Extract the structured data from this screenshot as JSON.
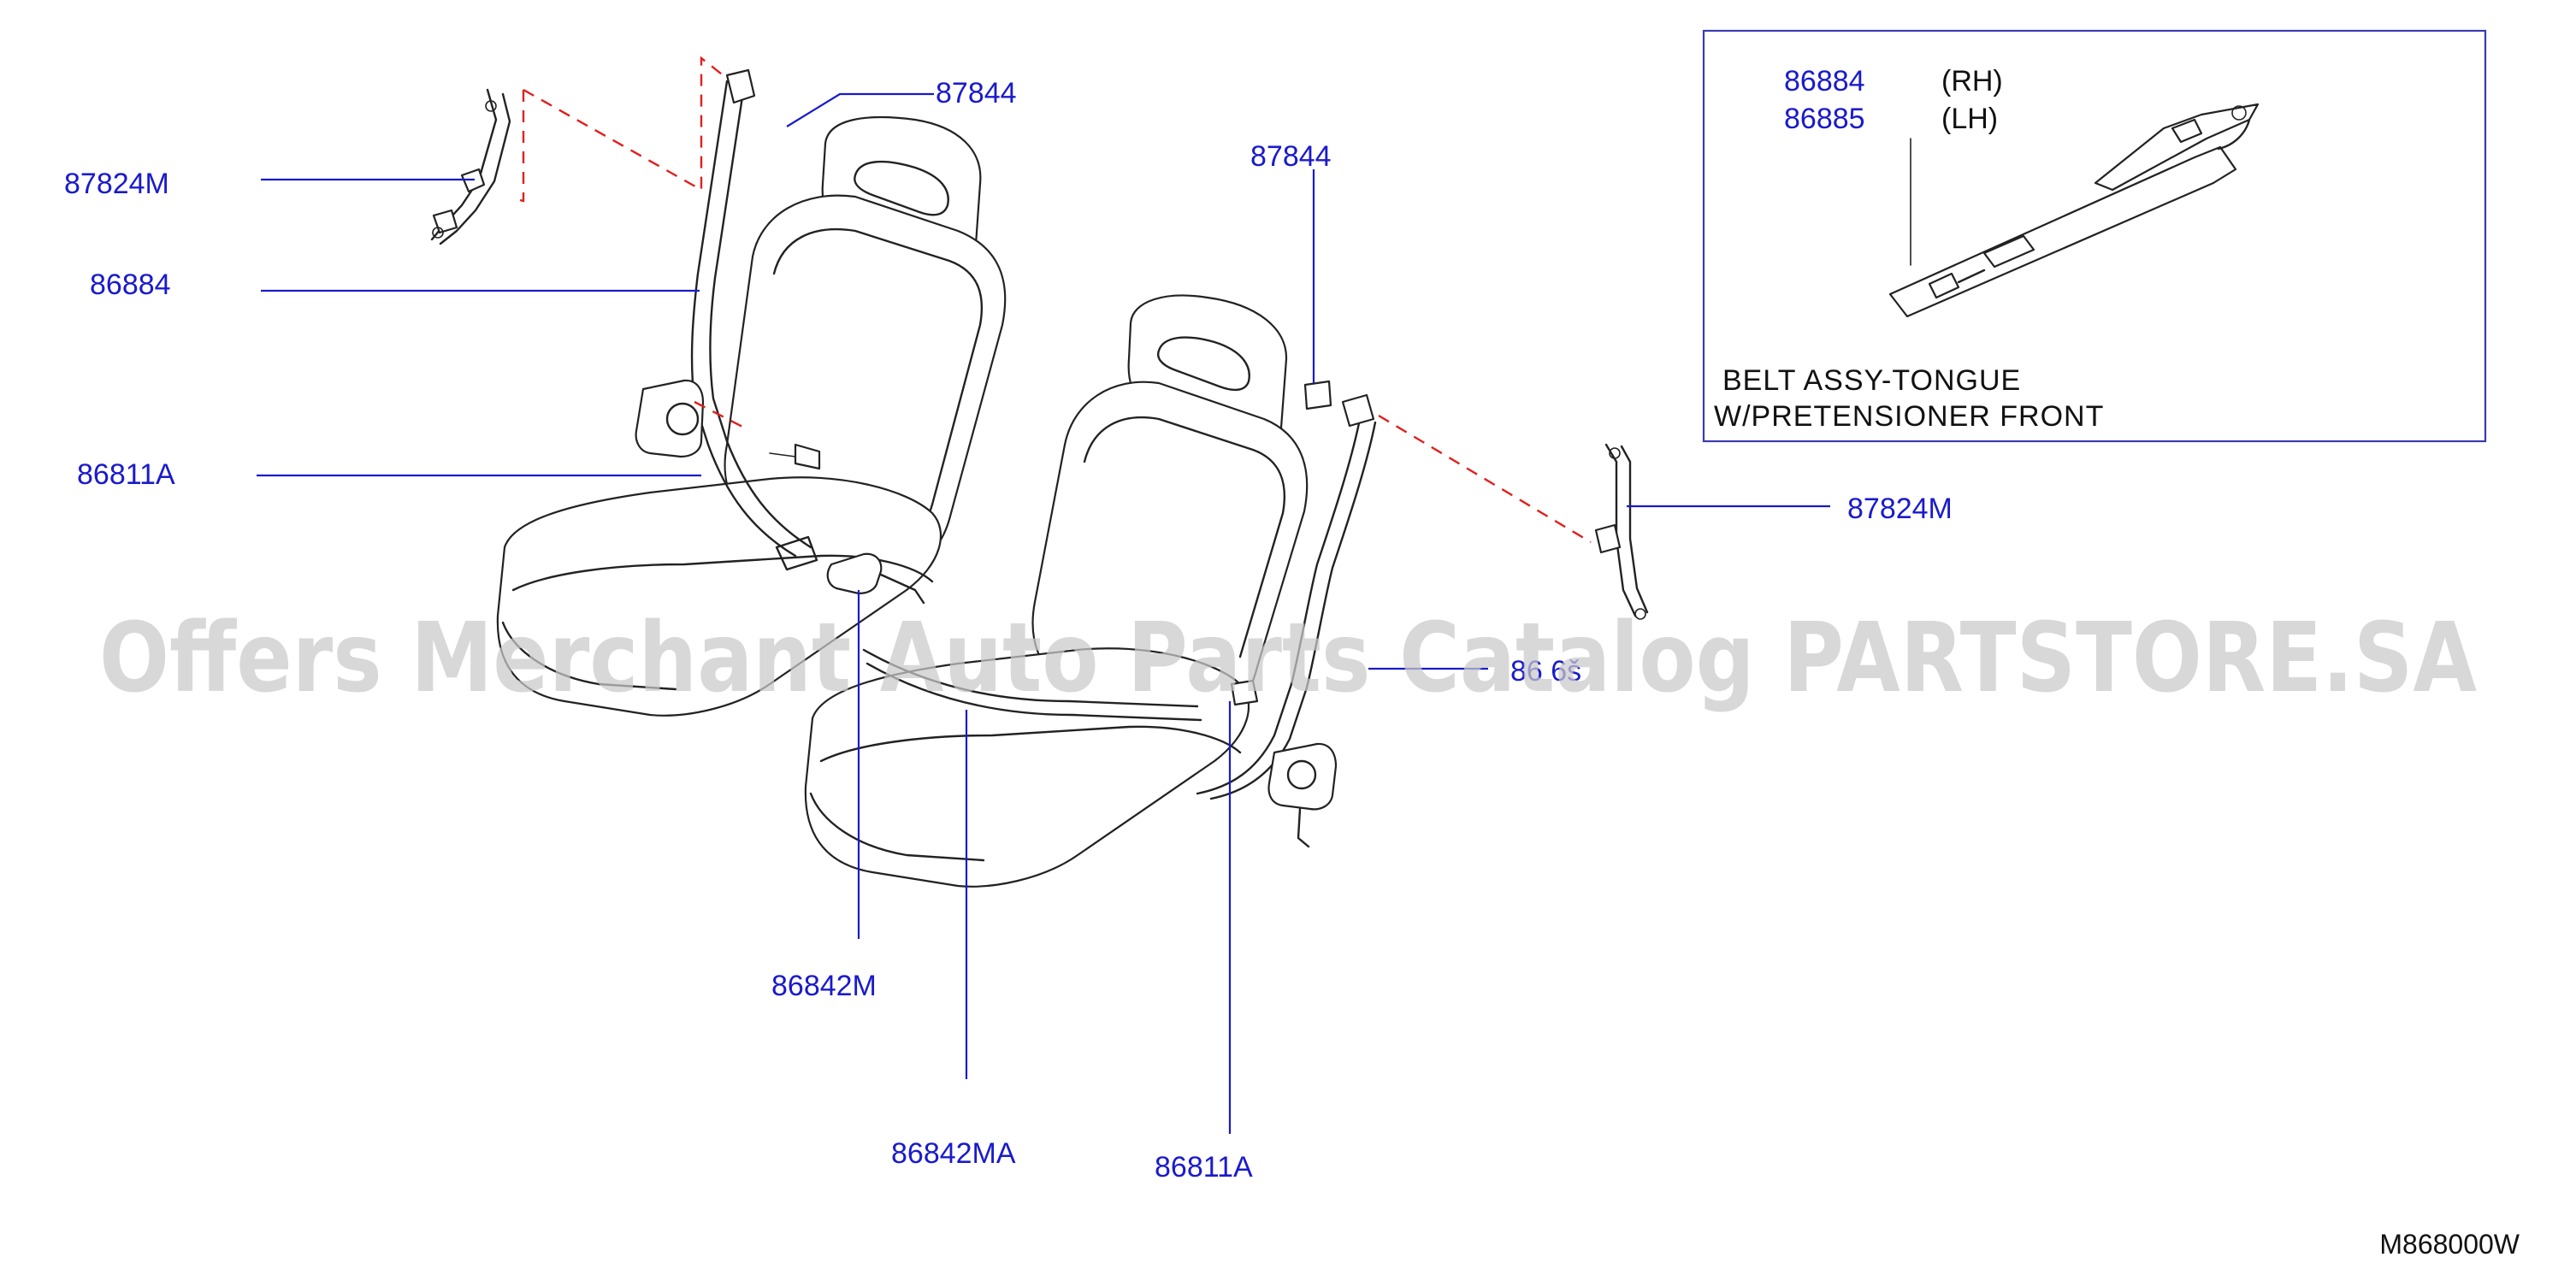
{
  "labels": {
    "top_left_anchor": "87824M",
    "left_belt": "86884",
    "left_retractor_bolt": "86811A",
    "left_cover": "87844",
    "right_cover": "87844",
    "right_anchor": "87824M",
    "right_belt_partial": "86 6š",
    "bottom_buckle_left": "86842M",
    "bottom_buckle_center": "86842MA",
    "bottom_retractor_bolt": "86811A"
  },
  "inset": {
    "part_rh": "86884",
    "side_rh": "(RH)",
    "part_lh": "86885",
    "side_lh": "(LH)",
    "caption_line1": "BELT   ASSY-TONGUE",
    "caption_line2": "W/PRETENSIONER   FRONT"
  },
  "diagram_code": "M868000W",
  "watermark": "Offers Merchant Auto Parts Catalog PARTSTORE.SA",
  "colors": {
    "label": "#1a1acc",
    "leader": "#1a1acc",
    "line_art": "#222222",
    "hidden_line": "#e0201e",
    "watermark": "#c9c9c9"
  }
}
